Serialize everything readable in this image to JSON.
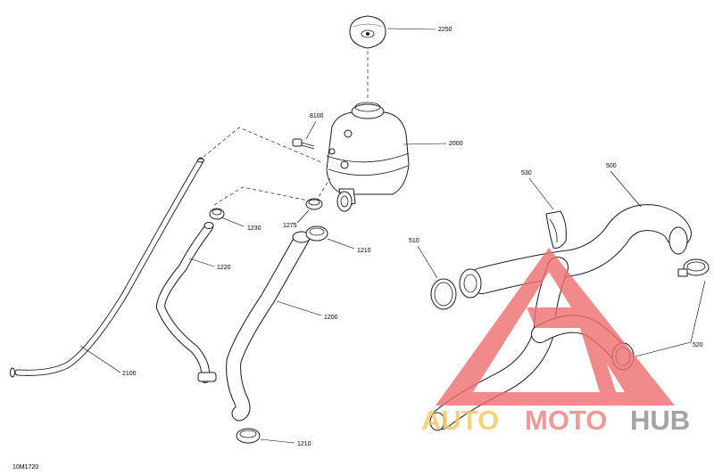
{
  "diagram_id": "10M1720",
  "callouts": [
    {
      "id": "c2250",
      "text": "2250"
    },
    {
      "id": "c8100",
      "text": "8100"
    },
    {
      "id": "c2000",
      "text": "2000"
    },
    {
      "id": "c1230",
      "text": "1230"
    },
    {
      "id": "c1275",
      "text": "1275"
    },
    {
      "id": "c1210a",
      "text": "1210"
    },
    {
      "id": "c1220",
      "text": "1220"
    },
    {
      "id": "c1200",
      "text": "1200"
    },
    {
      "id": "c2100",
      "text": "2100"
    },
    {
      "id": "c1210b",
      "text": "1210"
    },
    {
      "id": "c530",
      "text": "530"
    },
    {
      "id": "c500",
      "text": "500"
    },
    {
      "id": "c510",
      "text": "510"
    },
    {
      "id": "c520",
      "text": "520"
    }
  ],
  "watermark": {
    "part1": "AUTO",
    "part2": "MOTO",
    "part3": "HUB",
    "colors": {
      "auto": "#f5c860",
      "moto": "#f07f7f",
      "hub": "#8e8e8e",
      "triangle": "#ee6d6d"
    }
  }
}
